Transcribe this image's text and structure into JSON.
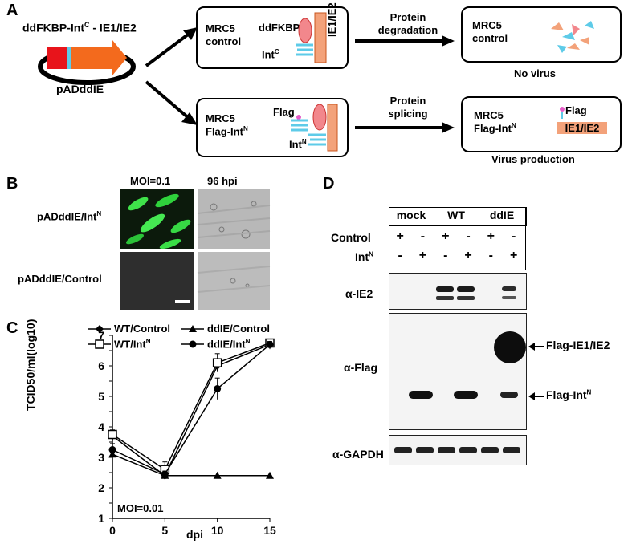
{
  "panels": {
    "a": "A",
    "b": "B",
    "c": "C",
    "d": "D"
  },
  "panel_a": {
    "construct_label": "ddFKBP-Int",
    "construct_sup": "C",
    "construct_suffix": " - IE1/IE2",
    "plasmid_name": "pADddIE",
    "top_box": {
      "cell_line": "MRC5",
      "cell_sub": "control",
      "ddfkbp": "ddFKBP",
      "intc": "Int",
      "intc_sup": "C",
      "ie": "IE1/IE2"
    },
    "top_arrow": {
      "line1": "Protein",
      "line2": "degradation"
    },
    "top_result": {
      "cell_line": "MRC5",
      "cell_sub": "control",
      "caption": "No virus"
    },
    "bottom_box": {
      "cell_line": "MRC5",
      "cell_sub": "Flag-Int",
      "cell_sup": "N",
      "flag": "Flag",
      "intn": "Int",
      "intn_sup": "N"
    },
    "bottom_arrow": {
      "line1": "Protein",
      "line2": "splicing"
    },
    "bottom_result": {
      "cell_line": "MRC5",
      "cell_sub": "Flag-Int",
      "cell_sup": "N",
      "flag": "Flag",
      "ie": "IE1/IE2",
      "caption": "Virus production"
    },
    "colors": {
      "red": "#e8141b",
      "cyan": "#5ecbe8",
      "orange": "#f36a1d",
      "salmon": "#f0a080"
    }
  },
  "panel_b": {
    "col1": "MOI=0.1",
    "col2": "96 hpi",
    "row1": "pADddIE/Int",
    "row1_sup": "N",
    "row2": "pADddIE/Control"
  },
  "panel_d": {
    "groups": [
      "mock",
      "WT",
      "ddIE"
    ],
    "control_label": "Control",
    "intn_label": "Int",
    "intn_sup": "N",
    "control_signs": [
      "+",
      "-",
      "+",
      "-",
      "+",
      "-"
    ],
    "intn_signs": [
      "-",
      "+",
      "-",
      "+",
      "-",
      "+"
    ],
    "blots": [
      "α-IE2",
      "α-Flag",
      "α-GAPDH"
    ],
    "arrow_labels": {
      "flag_ie": "Flag-IE1/IE2",
      "flag_int": "Flag-Int",
      "flag_int_sup": "N"
    }
  },
  "chart_data": {
    "type": "line",
    "xlabel": "dpi",
    "ylabel": "TCID50/ml(log10)",
    "annotation": "MOI=0.01",
    "xlim": [
      0,
      15
    ],
    "ylim": [
      1,
      7
    ],
    "x_ticks": [
      "0",
      "5",
      "10",
      "15"
    ],
    "y_ticks": [
      "1",
      "1.5",
      "2",
      "2.5",
      "3",
      "3.5",
      "4",
      "4.5",
      "5",
      "5.5",
      "6",
      "6.5",
      "7"
    ],
    "x": [
      0,
      5,
      10,
      15
    ],
    "series": [
      {
        "name": "WT/Control",
        "marker": "diamond",
        "values": [
          3.7,
          2.4,
          6.0,
          6.7
        ],
        "err": [
          0.15,
          0.1,
          0.2,
          0.15
        ]
      },
      {
        "name": "ddIE/Control",
        "marker": "triangle",
        "values": [
          3.1,
          2.4,
          2.4,
          2.4
        ],
        "err": [
          0.1,
          0.1,
          0.0,
          0.0
        ]
      },
      {
        "name": "WT/Int",
        "name_sup": "N",
        "marker": "square",
        "values": [
          3.75,
          2.6,
          6.1,
          6.75
        ],
        "err": [
          0.15,
          0.25,
          0.3,
          0.1
        ]
      },
      {
        "name": "ddIE/Int",
        "name_sup": "N",
        "marker": "circle",
        "values": [
          3.25,
          2.45,
          5.25,
          6.7
        ],
        "err": [
          0.2,
          0.1,
          0.35,
          0.1
        ]
      }
    ]
  }
}
